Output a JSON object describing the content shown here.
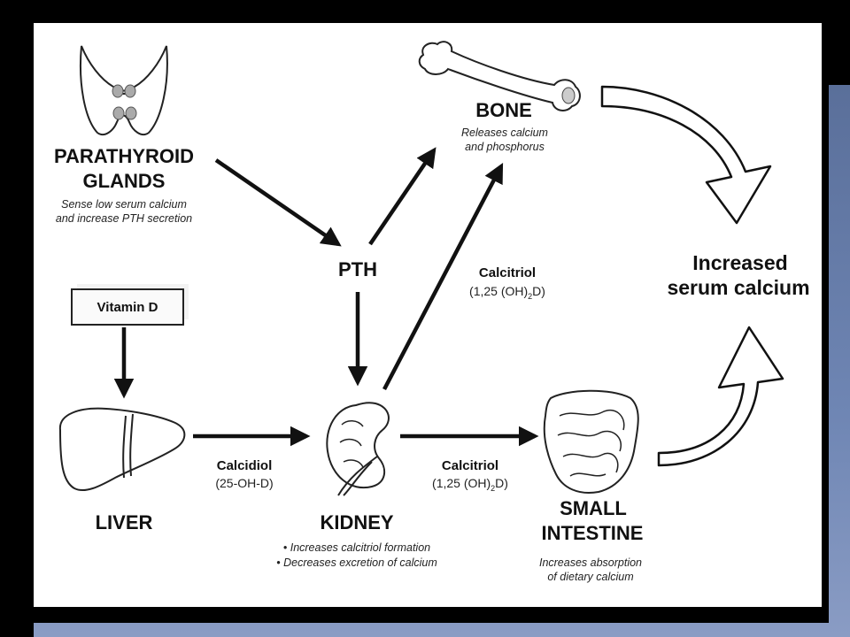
{
  "nodes": {
    "parathyroid": {
      "title_line1": "PARATHYROID",
      "title_line2": "GLANDS",
      "note_line1": "Sense low serum calcium",
      "note_line2": "and  increase PTH secretion"
    },
    "pth": {
      "title": "PTH"
    },
    "bone": {
      "title": "BONE",
      "note_line1": "Releases calcium",
      "note_line2": "and phosphorus"
    },
    "vitamin_d": {
      "title": "Vitamin D"
    },
    "liver": {
      "title": "LIVER"
    },
    "kidney": {
      "title": "KIDNEY",
      "note_line1": "• Increases calcitriol formation",
      "note_line2": "• Decreases excretion of calcium"
    },
    "small_intestine": {
      "title_line1": "SMALL",
      "title_line2": "INTESTINE",
      "note_line1": "Increases absorption",
      "note_line2": "of dietary calcium"
    },
    "outcome": {
      "title_line1": "Increased",
      "title_line2": "serum calcium"
    }
  },
  "edge_labels": {
    "calcidiol_name": "Calcidiol",
    "calcidiol_formula": "(25-OH-D)",
    "kidney_intestine_name": "Calcitriol",
    "kidney_intestine_formula_pre": "(1,25 (OH)",
    "kidney_intestine_formula_sub": "2",
    "kidney_intestine_formula_post": "D)",
    "kidney_bone_name": "Calcitriol",
    "kidney_bone_formula_pre": "(1,25 (OH)",
    "kidney_bone_formula_sub": "2",
    "kidney_bone_formula_post": "D)"
  }
}
